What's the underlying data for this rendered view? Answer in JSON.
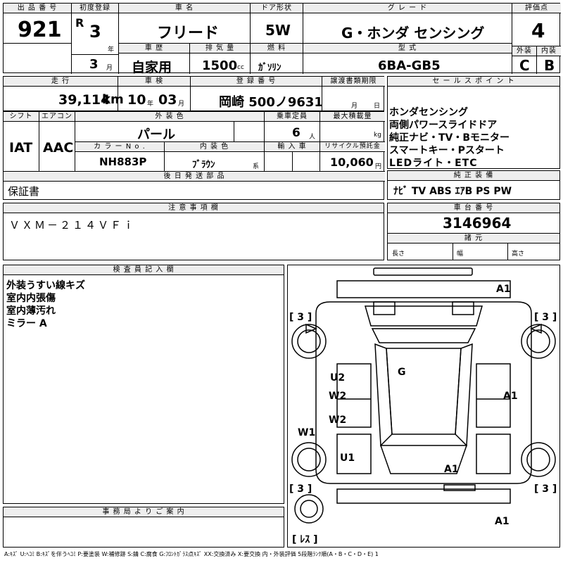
{
  "header": {
    "lot_label": "出 品 番 号",
    "lot_number": "921",
    "first_reg_label": "初度登録",
    "era": "R",
    "year_value": "3",
    "year_unit": "年",
    "month_value": "3",
    "month_unit": "月",
    "car_name_label": "車 名",
    "car_name": "フリード",
    "door_label": "ドア形状",
    "door_value": "5W",
    "grade_label": "グ レ ー ド",
    "grade_value": "G・ホンダ センシング",
    "score_label": "評価点",
    "score_value": "4",
    "history_label": "車 歴",
    "history_value": "自家用",
    "displacement_label": "排 気 量",
    "displacement_value": "1500",
    "displacement_unit": "cc",
    "fuel_label": "燃 料",
    "fuel_value": "ｶﾞｿﾘﾝ",
    "model_label": "型 式",
    "model_value": "6BA-GB5",
    "exterior_label": "外装",
    "exterior_value": "C",
    "interior_label": "内装",
    "interior_value": "B"
  },
  "row2": {
    "mileage_label": "走 行",
    "mileage_value": "39,114",
    "mileage_unit": "km",
    "inspection_label": "車 検",
    "inspection_year": "10",
    "inspection_year_unit": "年",
    "inspection_month": "03",
    "inspection_month_unit": "月",
    "reg_label": "登 録 番 号",
    "reg_value": "岡崎 500ノ9631",
    "transfer_label": "譲渡書類期限",
    "transfer_month": "月",
    "transfer_day": "日"
  },
  "row3": {
    "shift_label": "シフト",
    "shift_value": "IAT",
    "aircon_label": "エアコン",
    "aircon_value": "AAC",
    "ext_color_label": "外 装 色",
    "ext_color_value": "パール",
    "capacity_label": "乗車定員",
    "capacity_value": "6",
    "capacity_unit": "人",
    "load_label": "最大積載量",
    "load_unit": "kg",
    "color_no_label": "カ ラ ー N o .",
    "color_no_value": "NH883P",
    "int_color_label": "内 装 色",
    "int_color_value": "ﾌﾞﾗｳﾝ",
    "int_color_unit": "系",
    "import_label": "輸 入 車",
    "recycle_label": "リサイクル預託金",
    "recycle_value": "10,060",
    "recycle_unit": "円",
    "later_parts_label": "後 日 発 送 部 品",
    "later_parts_value": "保証書"
  },
  "sales": {
    "label": "セ ー ル ス ポ イ ン ト",
    "lines": [
      "ホンダセンシング",
      "両側パワースライドドア",
      "純正ナビ・TV・Bモニター",
      "スマートキー・Pスタート",
      "LEDライト・ETC"
    ],
    "equip_label": "純 正 装 備",
    "equip_value": "ﾅﾋﾞ TV ABS ｴｱB PS PW"
  },
  "notes": {
    "label": "注 意 事 項 欄",
    "value": "ＶＸＭ－２１４ＶＦｉ"
  },
  "chassis": {
    "label": "車 台 番 号",
    "value": "3146964",
    "spec_label": "諸 元",
    "length_label": "長さ",
    "width_label": "幅",
    "height_label": "高さ"
  },
  "inspector": {
    "label": "検 査 員 記 入 欄",
    "lines": [
      "外装うすい線キズ",
      "室内内張傷",
      "室内薄汚れ",
      "ミラー A"
    ]
  },
  "office": {
    "label": "事 務 局 よ り ご 案 内"
  },
  "diagram": {
    "marks": {
      "a1_front": "A1",
      "a1_right": "A1",
      "a1_rear": "A1",
      "a1_bottom": "A1",
      "u2": "U2",
      "w2a": "W2",
      "w2b": "W2",
      "w1": "W1",
      "u1": "U1",
      "g": "G",
      "tire_fl": "[ 3 ]",
      "tire_fr": "[ 3 ]",
      "tire_rl": "[ 3 ]",
      "tire_rr": "[ 3 ]",
      "spare": "[ ﾚｽ ]"
    }
  },
  "legend": "A:ｷｽﾞ U:ﾍｺﾐ B:ｷｽﾞを伴うﾍｺﾐ P:要塗装 W:補修跡 S:錆 C:腐食 G:ﾌﾛﾝﾄｶﾞﾗｽ点ｷｽﾞ XX:交換済み X:要交換 内・外装評価 5段階ﾗﾝｸ順(A・B・C・D・E) 1"
}
